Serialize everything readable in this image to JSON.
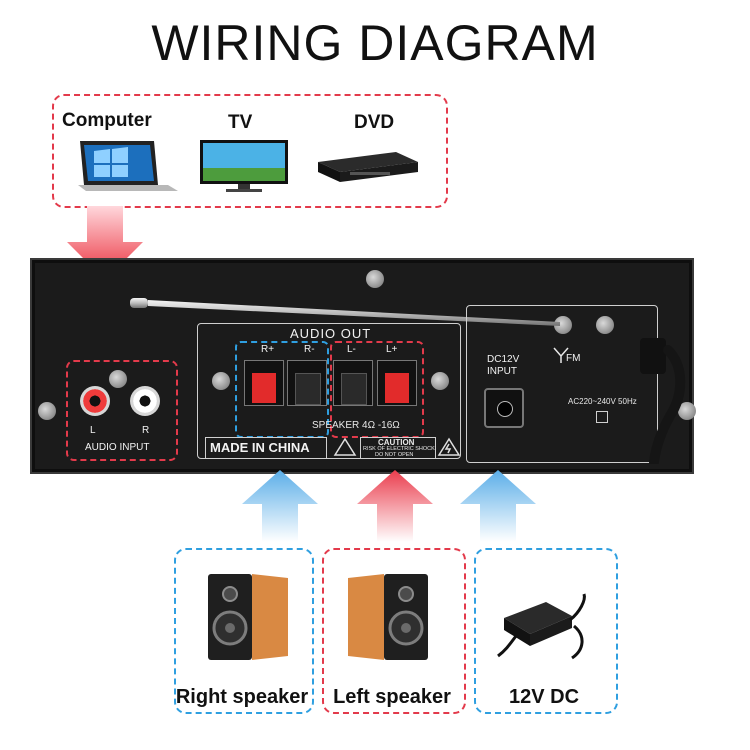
{
  "title": "WIRING DIAGRAM",
  "sources": {
    "computer": "Computer",
    "tv": "TV",
    "dvd": "DVD"
  },
  "panel": {
    "audio_out": "AUDIO OUT",
    "r_plus": "R+",
    "r_minus": "R-",
    "l_minus": "L-",
    "l_plus": "L+",
    "speaker_spec": "SPEAKER 4Ω -16Ω",
    "input_l": "L",
    "input_r": "R",
    "audio_input": "AUDIO INPUT",
    "made_in": "MADE IN CHINA",
    "caution_title": "CAUTION",
    "caution_line1": "RISK OF ELECTRIC SHOCK",
    "caution_line2": "DO NOT OPEN",
    "dc_title": "DC12V",
    "dc_sub": "INPUT",
    "fm": "FM",
    "ac": "AC220~240V 50Hz"
  },
  "outputs": {
    "right_speaker": "Right speaker",
    "left_speaker": "Left speaker",
    "dc": "12V DC"
  },
  "colors": {
    "red": "#e33a4b",
    "blue": "#2f9fe0"
  }
}
